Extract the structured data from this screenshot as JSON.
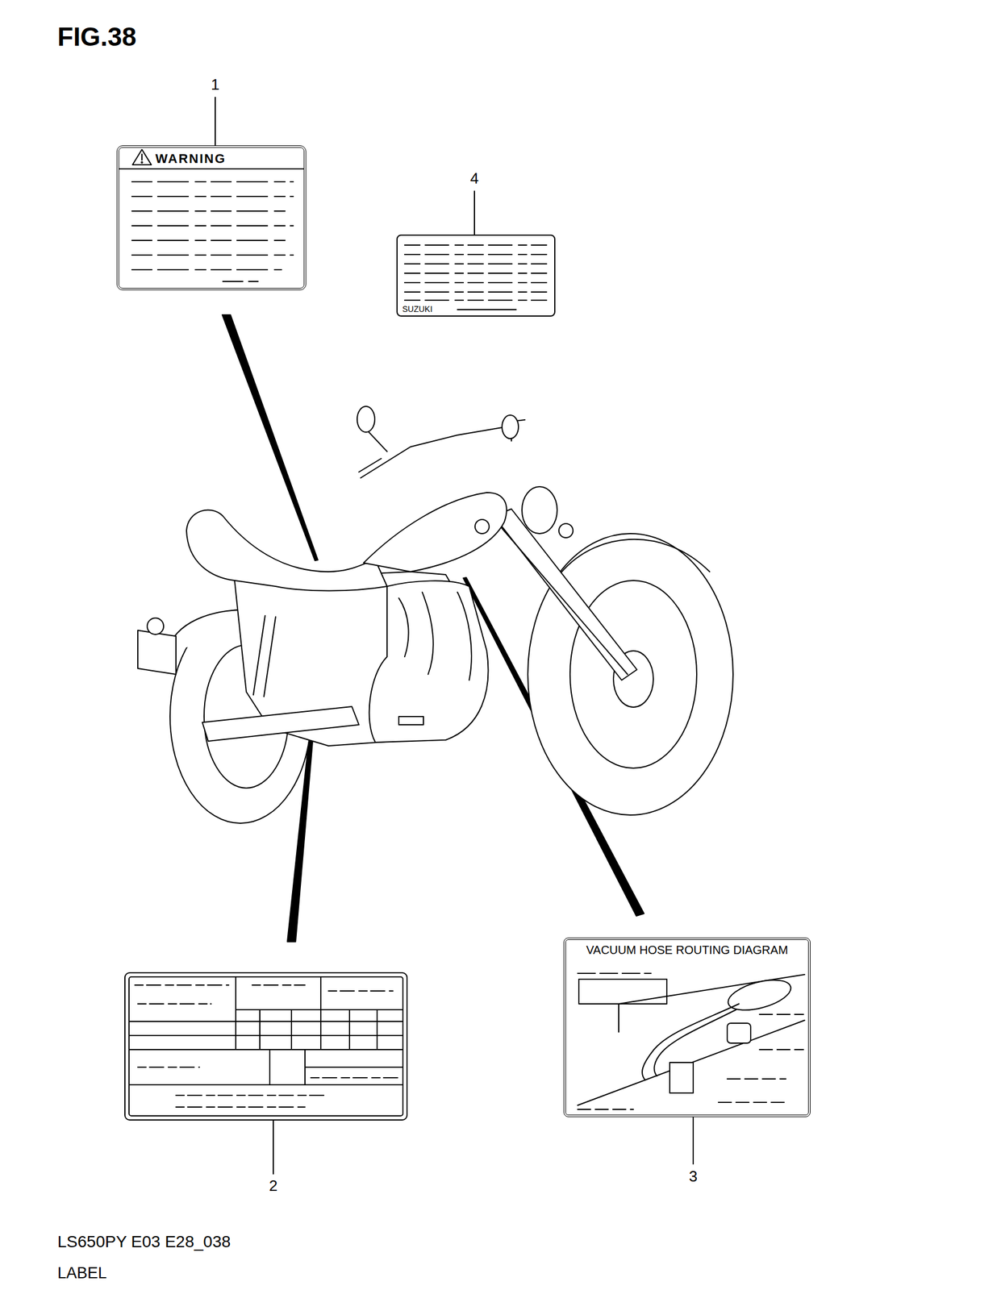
{
  "diagram": {
    "title": "FIG.38",
    "nodes": [
      {
        "text": [
          "WARNING"
        ]
      },
      {
        "text": [
          "SUZUKI"
        ]
      },
      {
        "text": [
          "VACUUM HOSE ROUTING DIAGRAM"
        ]
      }
    ],
    "labels": [
      "1",
      "4",
      "2",
      "3",
      "LS650PY E03 E28_038",
      "LABEL"
    ]
  }
}
